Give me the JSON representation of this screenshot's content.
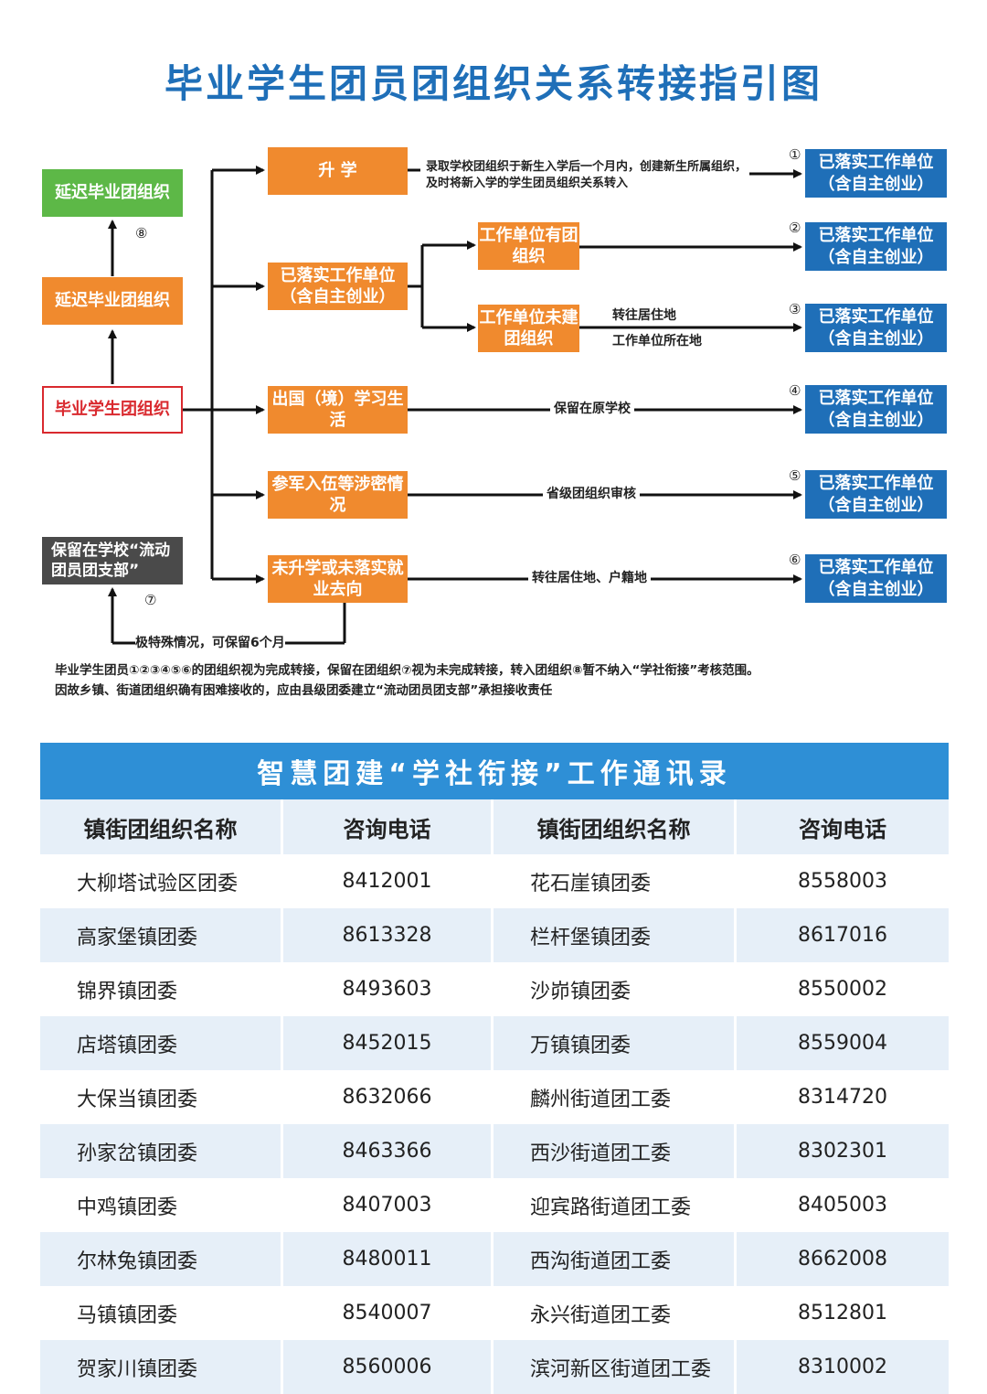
{
  "title": "毕业学生团员团组织关系转接指引图",
  "left_boxes": {
    "delay_top": "延迟毕业团组织",
    "delay_mid": "延迟毕业团组织",
    "grad": "毕业学生团组织",
    "keep": "保留在学校“流动团员团支部”",
    "num8": "⑧",
    "num7": "⑦",
    "special_note": "极特殊情况，可保留6个月"
  },
  "branches": {
    "b1": "升 学",
    "b2": "已落实工作单位（含自主创业）",
    "b2a": "工作单位有团组织",
    "b2b": "工作单位未建团组织",
    "b3": "出国（境）学习生活",
    "b4": "参军入伍等涉密情况",
    "b5": "未升学或未落实就业去向"
  },
  "edge_labels": {
    "l1": "录取学校团组织于新生入学后一个月内，创建新生所属组织，及时将新入学的学生团员组织关系转入",
    "l2b_1": "转往居住地",
    "l2b_2": "工作单位所在地",
    "l3": "保留在原学校",
    "l4": "省级团组织审核",
    "l5": "转往居住地、户籍地"
  },
  "targets": [
    {
      "num": "①",
      "label": "已落实工作单位（含自主创业）"
    },
    {
      "num": "②",
      "label": "已落实工作单位（含自主创业）"
    },
    {
      "num": "③",
      "label": "已落实工作单位（含自主创业）"
    },
    {
      "num": "④",
      "label": "已落实工作单位（含自主创业）"
    },
    {
      "num": "⑤",
      "label": "已落实工作单位（含自主创业）"
    },
    {
      "num": "⑥",
      "label": "已落实工作单位（含自主创业）"
    }
  ],
  "footnote": {
    "line1": "毕业学生团员①②③④⑤⑥的团组织视为完成转接，保留在团组织⑦视为未完成转接，转入团组织⑧暂不纳入“学社衔接”考核范围。",
    "line2": "因故乡镇、街道团组织确有困难接收的，应由县级团委建立“流动团员团支部”承担接收责任"
  },
  "table": {
    "title": "智慧团建“学社衔接”工作通讯录",
    "headers": [
      "镇街团组织名称",
      "咨询电话",
      "镇街团组织名称",
      "咨询电话"
    ],
    "rows": [
      [
        "大柳塔试验区团委",
        "8412001",
        "花石崖镇团委",
        "8558003"
      ],
      [
        "高家堡镇团委",
        "8613328",
        "栏杆堡镇团委",
        "8617016"
      ],
      [
        "锦界镇团委",
        "8493603",
        "沙峁镇团委",
        "8550002"
      ],
      [
        "店塔镇团委",
        "8452015",
        "万镇镇团委",
        "8559004"
      ],
      [
        "大保当镇团委",
        "8632066",
        "麟州街道团工委",
        "8314720"
      ],
      [
        "孙家岔镇团委",
        "8463366",
        "西沙街道团工委",
        "8302301"
      ],
      [
        "中鸡镇团委",
        "8407003",
        "迎宾路街道团工委",
        "8405003"
      ],
      [
        "尔林兔镇团委",
        "8480011",
        "西沟街道团工委",
        "8662008"
      ],
      [
        "马镇镇团委",
        "8540007",
        "永兴街道团工委",
        "8512801"
      ],
      [
        "贺家川镇团委",
        "8560006",
        "滨河新区街道团工委",
        "8310002"
      ]
    ]
  }
}
